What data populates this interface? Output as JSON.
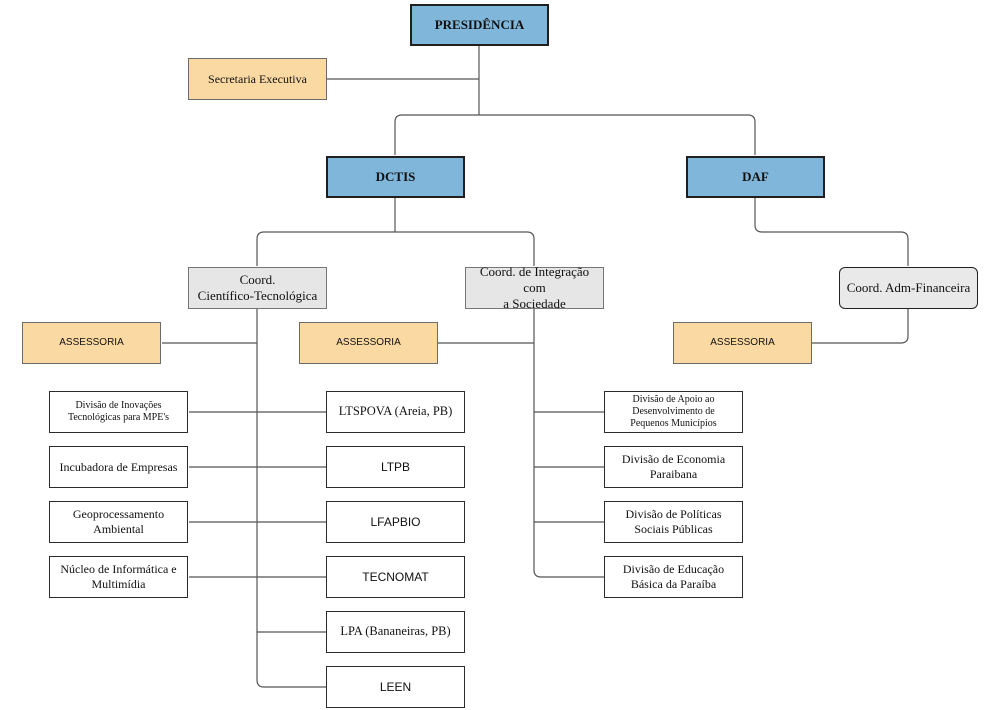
{
  "top": {
    "presidencia": "PRESIDÊNCIA",
    "secretaria": "Secretaria Executiva"
  },
  "directorates": {
    "dctis": "DCTIS",
    "daf": "DAF"
  },
  "coordinations": {
    "cientifico_line1": "Coord.",
    "cientifico_line2": "Científico-Tecnológica",
    "integracao_line1": "Coord. de Integração com",
    "integracao_line2": "a Sociedade",
    "adm": "Coord. Adm-Financeira"
  },
  "assessoria": {
    "label": "ASSESSORIA"
  },
  "left_divisions": [
    {
      "l1": "Divisão de Inovações",
      "l2": "Tecnológicas para MPE's"
    },
    {
      "l1": "Incubadora de Empresas",
      "l2": ""
    },
    {
      "l1": "Geoprocessamento",
      "l2": "Ambiental"
    },
    {
      "l1": "Núcleo de Informática e",
      "l2": "Multimídia"
    }
  ],
  "labs": [
    "LTSPOVA (Areia, PB)",
    "LTPB",
    "LFAPBIO",
    "TECNOMAT",
    "LPA (Bananeiras, PB)",
    "LEEN"
  ],
  "right_divisions": [
    {
      "l1": "Divisão de Apoio ao",
      "l2": "Desenvolvimento de",
      "l3": "Pequenos Municípios"
    },
    {
      "l1": "Divisão de Economia",
      "l2": "Paraibana",
      "l3": ""
    },
    {
      "l1": "Divisão de Políticas",
      "l2": "Sociais Públicas",
      "l3": ""
    },
    {
      "l1": "Divisão de Educação",
      "l2": "Básica da Paraíba",
      "l3": ""
    }
  ],
  "colors": {
    "blue": "#7fb6d9",
    "orange": "#fbd9a3",
    "gray": "#e6e6e6"
  }
}
